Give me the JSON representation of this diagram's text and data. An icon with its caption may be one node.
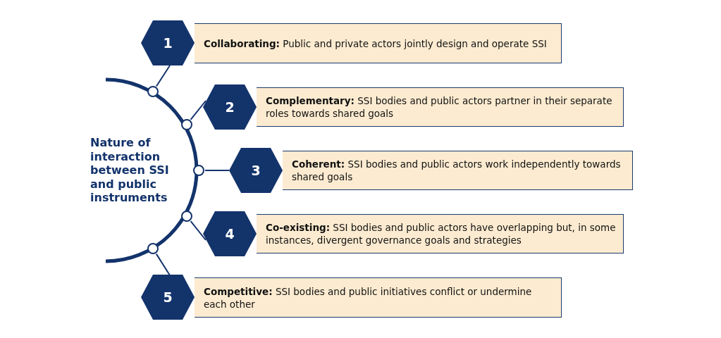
{
  "diagram": {
    "nodes": [
      {
        "text": [],
        "shape": "circle"
      },
      {
        "text": [],
        "shape": "circle"
      },
      {
        "text": [],
        "shape": "circle"
      },
      {
        "text": [],
        "shape": "circle"
      },
      {
        "text": [],
        "shape": "circle"
      },
      {
        "text": [
          "1"
        ]
      },
      {
        "text": [
          "2"
        ]
      },
      {
        "text": [
          "3"
        ]
      },
      {
        "text": [
          "4"
        ]
      },
      {
        "text": [
          "5"
        ]
      },
      {
        "text": [
          "**Collaborating:** Public and private actors jointly design and operate SSI"
        ]
      },
      {
        "text": [
          "**Complementary:** SSI bodies and public actors partner in their separate roles towards shared goals"
        ]
      },
      {
        "text": [
          "**Coherent:** SSI bodies and public actors work independently towards shared goals"
        ]
      },
      {
        "text": [
          "**Co-existing:** SSI bodies and public actors have overlapping but, in some instances, divergent governance goals and strategies"
        ]
      },
      {
        "text": [
          "**Competitive:** SSI bodies and public initiatives conflict or undermine each other"
        ]
      }
    ],
    "edges": [
      {
        "from": 0,
        "to": 5,
        "arrow": "none"
      },
      {
        "from": 1,
        "to": 6,
        "arrow": "none"
      },
      {
        "from": 2,
        "to": 7,
        "arrow": "none"
      },
      {
        "from": 3,
        "to": 8,
        "arrow": "none"
      },
      {
        "from": 4,
        "to": 9,
        "arrow": "none"
      }
    ],
    "labels": [
      "Nature of interaction between SSI and public instruments"
    ]
  }
}
